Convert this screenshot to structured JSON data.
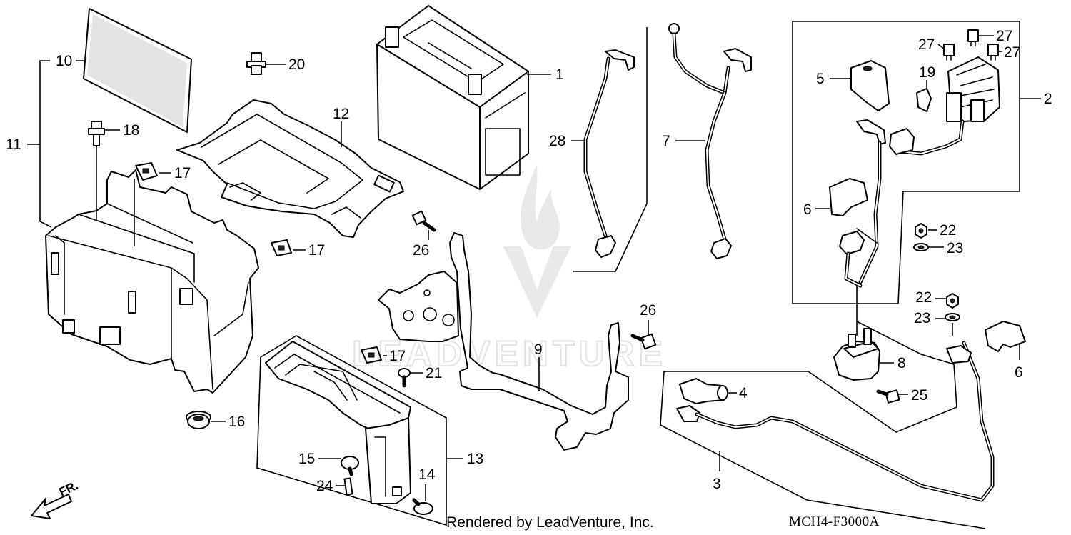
{
  "diagram": {
    "code": "MCH4-F3000A",
    "credit": "Rendered by LeadVenture, Inc.",
    "watermark": "LEADVENTURE",
    "front_indicator": "FR.",
    "callouts": {
      "c1": "1",
      "c2": "2",
      "c3": "3",
      "c4": "4",
      "c5": "5",
      "c6a": "6",
      "c6b": "6",
      "c7": "7",
      "c8": "8",
      "c9": "9",
      "c10": "10",
      "c11": "11",
      "c12": "12",
      "c13": "13",
      "c14": "14",
      "c15": "15",
      "c16": "16",
      "c17a": "17",
      "c17b": "17",
      "c17c": "17",
      "c18": "18",
      "c19": "19",
      "c20": "20",
      "c21": "21",
      "c22a": "22",
      "c22b": "22",
      "c23a": "23",
      "c23b": "23",
      "c24": "24",
      "c25": "25",
      "c26a": "26",
      "c26b": "26",
      "c27a": "27",
      "c27b": "27",
      "c27c": "27",
      "c28": "28"
    }
  }
}
